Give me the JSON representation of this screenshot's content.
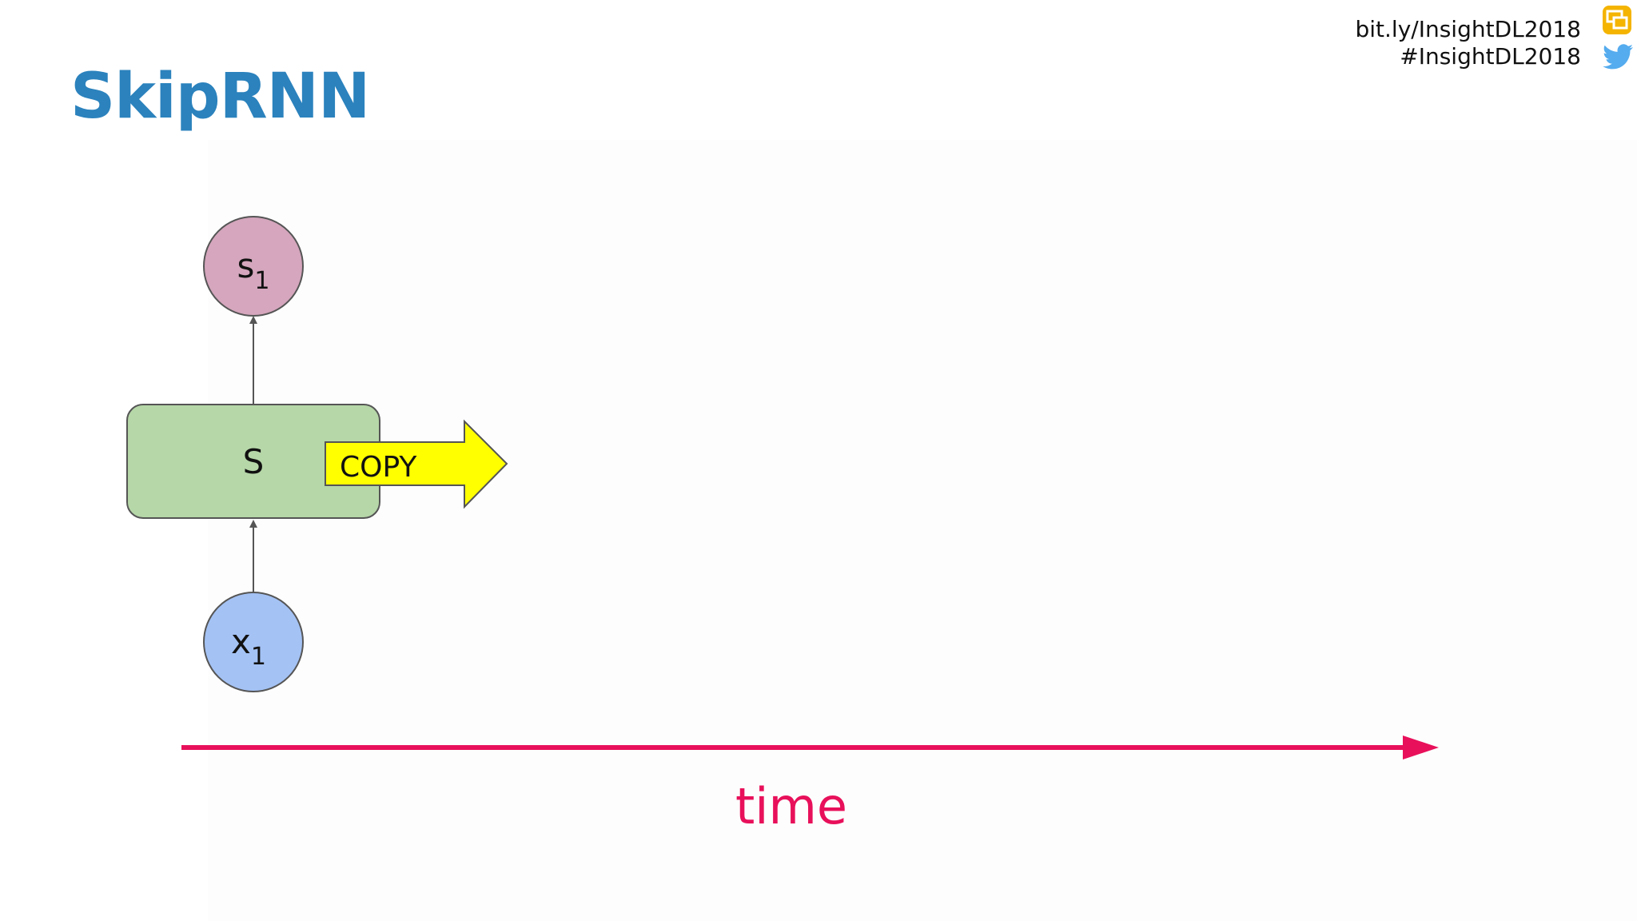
{
  "slide": {
    "title": "SkipRNN",
    "link": "bit.ly/InsightDL2018",
    "hashtag": "#InsightDL2018",
    "icons": [
      "slides-icon",
      "twitter-icon"
    ]
  },
  "diagram": {
    "output_node": {
      "main": "s",
      "sub": "1"
    },
    "state_node": {
      "label": "S"
    },
    "input_node": {
      "main": "x",
      "sub": "1"
    },
    "copy_arrow": {
      "label": "COPY"
    },
    "time_axis": {
      "label": "time"
    },
    "colors": {
      "output": "#d5a6bd",
      "state": "#b6d7a8",
      "input": "#a4c2f4",
      "copy": "#ffff00",
      "time": "#e8105a",
      "title": "#2b82bd"
    }
  }
}
